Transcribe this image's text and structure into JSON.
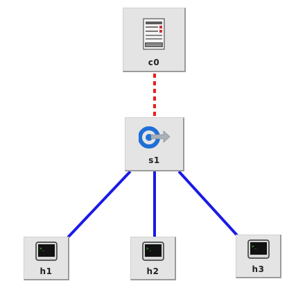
{
  "nodes": {
    "c0": {
      "label": "c0",
      "type": "controller",
      "icon": "server-icon"
    },
    "s1": {
      "label": "s1",
      "type": "switch",
      "icon": "openflow-switch-icon"
    },
    "h1": {
      "label": "h1",
      "type": "host",
      "icon": "terminal-icon"
    },
    "h2": {
      "label": "h2",
      "type": "host",
      "icon": "terminal-icon"
    },
    "h3": {
      "label": "h3",
      "type": "host",
      "icon": "terminal-icon"
    }
  },
  "links": [
    {
      "from": "c0",
      "to": "s1",
      "kind": "control",
      "style": "dashed",
      "color": "#e8201c"
    },
    {
      "from": "s1",
      "to": "h1",
      "kind": "data",
      "style": "solid",
      "color": "#1a1ae6"
    },
    {
      "from": "s1",
      "to": "h2",
      "kind": "data",
      "style": "solid",
      "color": "#1a1ae6"
    },
    {
      "from": "s1",
      "to": "h3",
      "kind": "data",
      "style": "solid",
      "color": "#1a1ae6"
    }
  ],
  "colors": {
    "node_bg": "#e4e4e4",
    "control_link": "#e8201c",
    "data_link": "#1a1ae6",
    "switch_accent": "#1f6fd6"
  }
}
